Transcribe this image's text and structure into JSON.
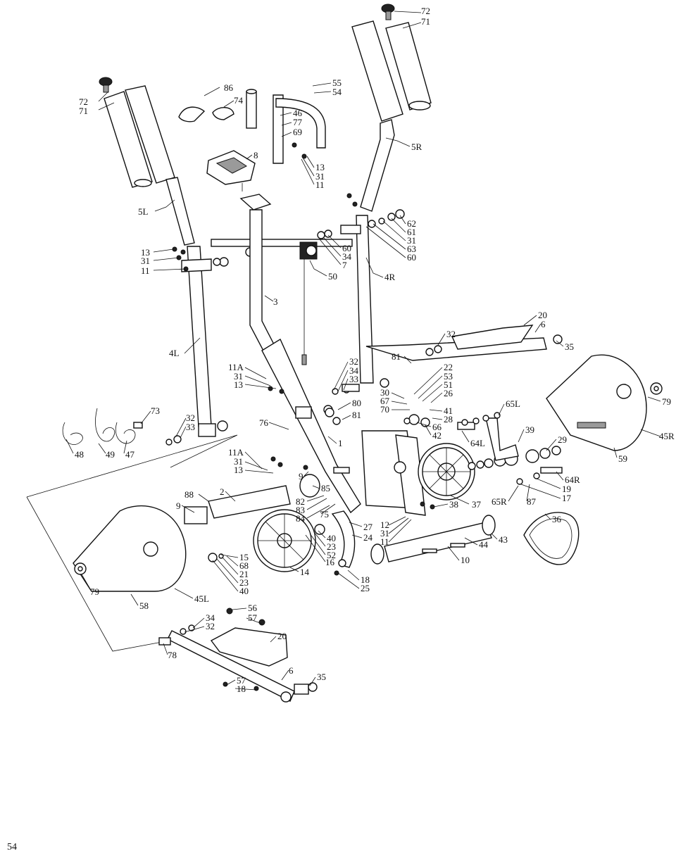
{
  "page_number": "54",
  "callouts": [
    {
      "id": "c72a",
      "text": "72"
    },
    {
      "id": "c71a",
      "text": "71"
    },
    {
      "id": "c72b",
      "text": "72"
    },
    {
      "id": "c71b",
      "text": "71"
    },
    {
      "id": "c86",
      "text": "86"
    },
    {
      "id": "c74",
      "text": "74"
    },
    {
      "id": "c55",
      "text": "55"
    },
    {
      "id": "c54",
      "text": "54"
    },
    {
      "id": "c46",
      "text": "46"
    },
    {
      "id": "c77",
      "text": "77"
    },
    {
      "id": "c69",
      "text": "69"
    },
    {
      "id": "c5R",
      "text": "5R"
    },
    {
      "id": "c8",
      "text": "8"
    },
    {
      "id": "c13a",
      "text": "13"
    },
    {
      "id": "c31a",
      "text": "31"
    },
    {
      "id": "c11a",
      "text": "11"
    },
    {
      "id": "c5L",
      "text": "5L"
    },
    {
      "id": "c62",
      "text": "62"
    },
    {
      "id": "c61",
      "text": "61"
    },
    {
      "id": "c31b",
      "text": "31"
    },
    {
      "id": "c63",
      "text": "63"
    },
    {
      "id": "c60a",
      "text": "60"
    },
    {
      "id": "c13b",
      "text": "13"
    },
    {
      "id": "c31c",
      "text": "31"
    },
    {
      "id": "c11b",
      "text": "11"
    },
    {
      "id": "c60b",
      "text": "60"
    },
    {
      "id": "c34a",
      "text": "34"
    },
    {
      "id": "c7",
      "text": "7"
    },
    {
      "id": "c50",
      "text": "50"
    },
    {
      "id": "c4R",
      "text": "4R"
    },
    {
      "id": "c3",
      "text": "3"
    },
    {
      "id": "c20a",
      "text": "20"
    },
    {
      "id": "c6a",
      "text": "6"
    },
    {
      "id": "c32a",
      "text": "32"
    },
    {
      "id": "c35a",
      "text": "35"
    },
    {
      "id": "c4L",
      "text": "4L"
    },
    {
      "id": "c81a",
      "text": "81"
    },
    {
      "id": "c11A",
      "text": "11A"
    },
    {
      "id": "c31d",
      "text": "31"
    },
    {
      "id": "c13c",
      "text": "13"
    },
    {
      "id": "c32b",
      "text": "32"
    },
    {
      "id": "c34b",
      "text": "34"
    },
    {
      "id": "c33a",
      "text": "33"
    },
    {
      "id": "c22",
      "text": "22"
    },
    {
      "id": "c53",
      "text": "53"
    },
    {
      "id": "c51",
      "text": "51"
    },
    {
      "id": "c26",
      "text": "26"
    },
    {
      "id": "c30",
      "text": "30"
    },
    {
      "id": "c67",
      "text": "67"
    },
    {
      "id": "c70",
      "text": "70"
    },
    {
      "id": "c80",
      "text": "80"
    },
    {
      "id": "c81b",
      "text": "81"
    },
    {
      "id": "c79a",
      "text": "79"
    },
    {
      "id": "c73",
      "text": "73"
    },
    {
      "id": "c41",
      "text": "41"
    },
    {
      "id": "c28",
      "text": "28"
    },
    {
      "id": "c65L",
      "text": "65L"
    },
    {
      "id": "c32c",
      "text": "32"
    },
    {
      "id": "c33b",
      "text": "33"
    },
    {
      "id": "c76",
      "text": "76"
    },
    {
      "id": "c66",
      "text": "66"
    },
    {
      "id": "c42",
      "text": "42"
    },
    {
      "id": "c1",
      "text": "1"
    },
    {
      "id": "c45R",
      "text": "45R"
    },
    {
      "id": "c48",
      "text": "48"
    },
    {
      "id": "c49",
      "text": "49"
    },
    {
      "id": "c47",
      "text": "47"
    },
    {
      "id": "c64L",
      "text": "64L"
    },
    {
      "id": "c39",
      "text": "39"
    },
    {
      "id": "c29",
      "text": "29"
    },
    {
      "id": "c11A2",
      "text": "11A"
    },
    {
      "id": "c31e",
      "text": "31"
    },
    {
      "id": "c13d",
      "text": "13"
    },
    {
      "id": "c59",
      "text": "59"
    },
    {
      "id": "c9a",
      "text": "9"
    },
    {
      "id": "c64R",
      "text": "64R"
    },
    {
      "id": "c88",
      "text": "88"
    },
    {
      "id": "c2",
      "text": "2"
    },
    {
      "id": "c85",
      "text": "85"
    },
    {
      "id": "c19",
      "text": "19"
    },
    {
      "id": "c17",
      "text": "17"
    },
    {
      "id": "c82",
      "text": "82"
    },
    {
      "id": "c83",
      "text": "83"
    },
    {
      "id": "c75",
      "text": "75"
    },
    {
      "id": "c84",
      "text": "84"
    },
    {
      "id": "c9b",
      "text": "9"
    },
    {
      "id": "c65R",
      "text": "65R"
    },
    {
      "id": "c87",
      "text": "87"
    },
    {
      "id": "c38",
      "text": "38"
    },
    {
      "id": "c37",
      "text": "37"
    },
    {
      "id": "c36",
      "text": "36"
    },
    {
      "id": "c27",
      "text": "27"
    },
    {
      "id": "c12",
      "text": "12"
    },
    {
      "id": "c31f",
      "text": "31"
    },
    {
      "id": "c11c",
      "text": "11"
    },
    {
      "id": "c24",
      "text": "24"
    },
    {
      "id": "c44",
      "text": "44"
    },
    {
      "id": "c43",
      "text": "43"
    },
    {
      "id": "c40a",
      "text": "40"
    },
    {
      "id": "c23a",
      "text": "23"
    },
    {
      "id": "c52",
      "text": "52"
    },
    {
      "id": "c16",
      "text": "16"
    },
    {
      "id": "c10",
      "text": "10"
    },
    {
      "id": "c15",
      "text": "15"
    },
    {
      "id": "c68",
      "text": "68"
    },
    {
      "id": "c21",
      "text": "21"
    },
    {
      "id": "c23b",
      "text": "23"
    },
    {
      "id": "c40b",
      "text": "40"
    },
    {
      "id": "c14",
      "text": "14"
    },
    {
      "id": "c18a",
      "text": "18"
    },
    {
      "id": "c25",
      "text": "25"
    },
    {
      "id": "c79b",
      "text": "79"
    },
    {
      "id": "c45L",
      "text": "45L"
    },
    {
      "id": "c58",
      "text": "58"
    },
    {
      "id": "c56",
      "text": "56"
    },
    {
      "id": "c57a",
      "text": "57"
    },
    {
      "id": "c34c",
      "text": "34"
    },
    {
      "id": "c32d",
      "text": "32"
    },
    {
      "id": "c20b",
      "text": "20"
    },
    {
      "id": "c78",
      "text": "78"
    },
    {
      "id": "c6b",
      "text": "6"
    },
    {
      "id": "c35b",
      "text": "35"
    },
    {
      "id": "c57b",
      "text": "57"
    },
    {
      "id": "c18b",
      "text": "18"
    }
  ]
}
